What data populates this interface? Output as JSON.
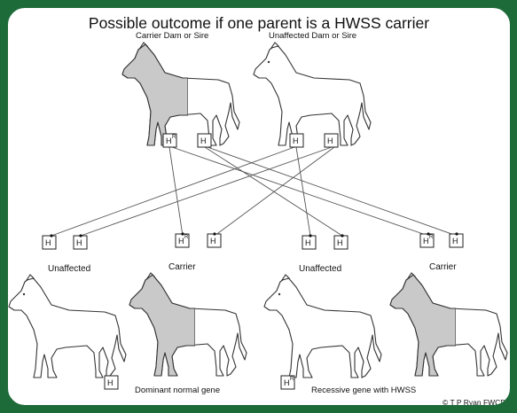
{
  "title": "Possible outcome if one parent is a HWSS carrier",
  "parents": {
    "left_label": "Carrier Dam or Sire",
    "right_label": "Unaffected Dam or Sire"
  },
  "gene_symbols": {
    "dominant": "H",
    "recessive": "H",
    "recessive_sup": "R"
  },
  "offspring": [
    {
      "label": "Unaffected",
      "status": "unaffected"
    },
    {
      "label": "Carrier",
      "status": "carrier"
    },
    {
      "label": "Unaffected",
      "status": "unaffected"
    },
    {
      "label": "Carrier",
      "status": "carrier"
    }
  ],
  "legend": {
    "dominant_text": "Dominant normal gene",
    "recessive_text": "Recessive gene with HWSS"
  },
  "copyright": "© T P Ryan FWCF",
  "colors": {
    "frame": "#1e6b3a",
    "shade": "#c9c9c9"
  }
}
